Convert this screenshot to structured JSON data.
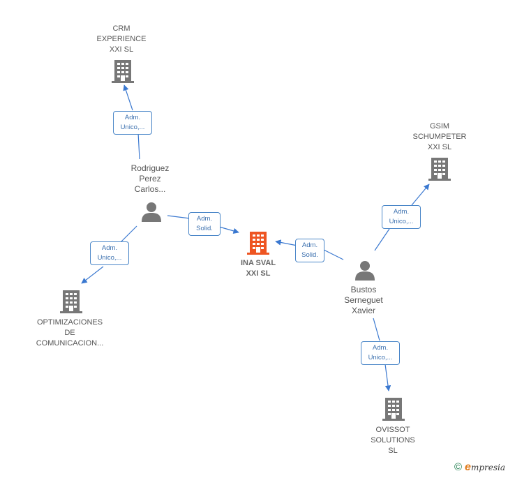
{
  "colors": {
    "edge": "#3a78d0",
    "company": "#777777",
    "focus": "#ee5522",
    "person": "#777777"
  },
  "nodes": {
    "crm": {
      "label": "CRM\nEXPERIENCE\nXXI  SL"
    },
    "gsim": {
      "label": "GSIM\nSCHUMPETER\nXXI  SL"
    },
    "rodriguez": {
      "label": "Rodriguez\nPerez\nCarlos..."
    },
    "inasval": {
      "label": "INA SVAL\nXXI  SL"
    },
    "bustos": {
      "label": "Bustos\nSerneguet\nXavier"
    },
    "optimizaciones": {
      "label": "OPTIMIZACIONES\nDE\nCOMUNICACION..."
    },
    "ovissot": {
      "label": "OVISSOT\nSOLUTIONS\nSL"
    }
  },
  "edges": {
    "rodriguez_crm": "Adm.\nUnico,...",
    "rodriguez_inasval": "Adm.\nSolid.",
    "rodriguez_optimizaciones": "Adm.\nUnico,...",
    "bustos_inasval": "Adm.\nSolid.",
    "bustos_gsim": "Adm.\nUnico,...",
    "bustos_ovissot": "Adm.\nUnico,..."
  },
  "footer": {
    "copyright": "©",
    "brand_initial": "e",
    "brand_rest": "mpresia"
  }
}
